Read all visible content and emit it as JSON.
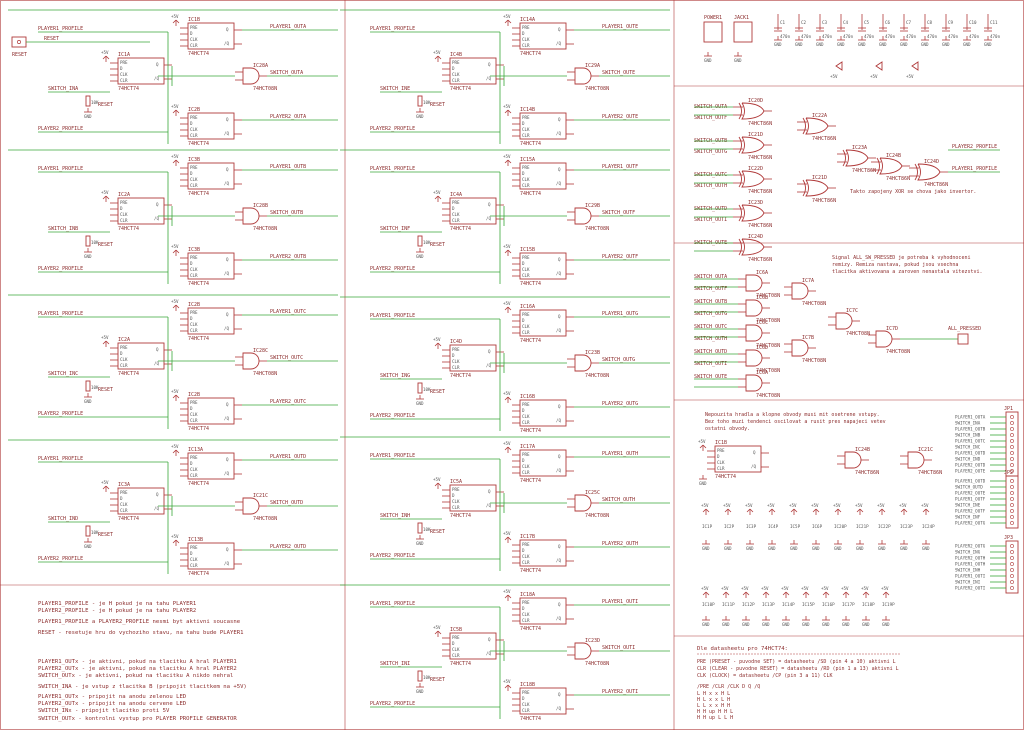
{
  "colors": {
    "wire": "#3aa83a",
    "part": "#b03a3a",
    "text": "#8c2d2d",
    "background": "#ffffff"
  },
  "labels": {
    "reset": "RESET",
    "p1_profile": "PLAYER1_PROFILE",
    "p2_profile": "PLAYER2_PROFILE",
    "gnd": "GND",
    "vcc": "+5V",
    "ic_74": "74HCT74",
    "ic_08": "74HCT08",
    "ic_86": "74HCT86N",
    "ic_08n": "74HCT08N",
    "pre": "PRE",
    "clr": "CLR",
    "clk": "CLK",
    "d": "D",
    "q": "Q",
    "qn": "/Q",
    "res": "10K",
    "cap": "470n",
    "all_pressed": "ALL_PRESSED",
    "reset_pin": "RESET"
  },
  "columns": [
    {
      "switch_prefix": "SWITCH_IN",
      "blocks": [
        {
          "sw": "A",
          "out": "SWITCH_OUTA",
          "p1": "PLAYER1_OUTA",
          "p2": "PLAYER2_OUTA",
          "ff1": "IC1A",
          "ff2": "IC1B",
          "ff3": "IC2B",
          "gate": "IC28A"
        },
        {
          "sw": "B",
          "out": "SWITCH_OUTB",
          "p1": "PLAYER1_OUTB",
          "p2": "PLAYER2_OUTB",
          "ff1": "IC2A",
          "ff2": "IC3B",
          "ff3": "IC3B",
          "gate": "IC28B"
        },
        {
          "sw": "C",
          "out": "SWITCH_OUTC",
          "p1": "PLAYER1_OUTC",
          "p2": "PLAYER2_OUTC",
          "ff1": "IC2A",
          "ff2": "IC2B",
          "ff3": "IC2B",
          "gate": "IC28C"
        },
        {
          "sw": "D",
          "out": "SWITCH_OUTD",
          "p1": "PLAYER1_OUTD",
          "p2": "PLAYER2_OUTD",
          "ff1": "IC3A",
          "ff2": "IC13A",
          "ff3": "IC13B",
          "gate": "IC21C"
        }
      ]
    },
    {
      "switch_prefix": "SWITCH_IN",
      "blocks": [
        {
          "sw": "E",
          "out": "SWITCH_OUTE",
          "p1": "PLAYER1_OUTE",
          "p2": "PLAYER2_OUTE",
          "ff1": "IC4B",
          "ff2": "IC14A",
          "ff3": "IC14B",
          "gate": "IC29A"
        },
        {
          "sw": "F",
          "out": "SWITCH_OUTF",
          "p1": "PLAYER1_OUTF",
          "p2": "PLAYER2_OUTF",
          "ff1": "IC4A",
          "ff2": "IC15A",
          "ff3": "IC15B",
          "gate": "IC29B"
        },
        {
          "sw": "G",
          "out": "SWITCH_OUTG",
          "p1": "PLAYER1_OUTG",
          "p2": "PLAYER2_OUTG",
          "ff1": "IC4D",
          "ff2": "IC16A",
          "ff3": "IC16B",
          "gate": "IC23B"
        },
        {
          "sw": "H",
          "out": "SWITCH_OUTH",
          "p1": "PLAYER1_OUTH",
          "p2": "PLAYER2_OUTH",
          "ff1": "IC5A",
          "ff2": "IC17A",
          "ff3": "IC17B",
          "gate": "IC25C"
        },
        {
          "sw": "I",
          "out": "SWITCH_OUTI",
          "p1": "PLAYER1_OUTI",
          "p2": "PLAYER2_OUTI",
          "ff1": "IC5B",
          "ff2": "IC18A",
          "ff3": "IC18B",
          "gate": "IC23D"
        }
      ]
    }
  ],
  "legend": [
    "PLAYER1_PROFILE - je H pokud je na tahu PLAYER1",
    "PLAYER2_PROFILE - je H pokud je na tahu PLAYER2",
    "PLAYER1_PROFILE a PLAYER2_PROFILE nesmi byt aktivni soucasne",
    "RESET - resetuje hru do vychoziho stavu, na tahu bude PLAYER1",
    "PLAYER1_OUTx - je aktivni, pokud na tlacitku A hral PLAYER1",
    "PLAYER2_OUTx - je aktivni, pokud na tlacitku A hral PLAYER2",
    "SWITCH_OUTx - je aktivni, pokud na tlacitku A nikdo nehral",
    "SWITCH_INA - je vstup z tlacitka B (pripojit tlacitkem na +5V)",
    "PLAYER1_OUTx - pripojit na anodu zelenou LED",
    "PLAYER2_OUTx - pripojit na anodu cervene LED",
    "SWITCH_INx - pripojit tlacitko proti 5V",
    "SWITCH_OUTx - kontrolni vystup pro PLAYER PROFILE GENERATOR"
  ],
  "notes": {
    "xor": "Takto zapojeny XOR se chova jako invertor.",
    "all_pressed": [
      "Signal ALL_SW_PRESSED je potreba k vyhodnoceni",
      "remizy. Remiza nastava, pokud jsou vsechna",
      "tlacitka aktivovana a zaroven nenastala vitezstvi."
    ],
    "unused": [
      "Nepouzita hradla a klopne obvody musi mit osetrene vstupy.",
      "Bez toho muzi tendenci oscilovat a rusit pres napajeci vetev",
      "ostatni obvody."
    ],
    "datasheet_title": "Dle datasheetu pro 74HCT74:",
    "datasheet": [
      "PRE (PRESET - puvodne SET) = datasheetu /SD (pin 4 a 10) aktivni L",
      "CLR (CLEAR - puvodne RESET) = datasheetu /RD (pin 1 a 13) aktivni L",
      "CLK (CLOCK) = datasheetu /CP (pin 3 a 11) CLK"
    ],
    "truth": [
      "/PRE /CLR /CLK D    Q   /Q",
      "L    H    x    x    H    L",
      "H    L    x    x    L    H",
      "L    L    x    x    H    H",
      "H    H    up   H    H    L",
      "H    H    up   L    L    H"
    ]
  },
  "top_right": {
    "connectors": [
      "POWER1",
      "JACK1"
    ],
    "caps": [
      "C1",
      "C2",
      "C3",
      "C4",
      "C5",
      "C6",
      "C7",
      "C8",
      "C9",
      "C10",
      "C11"
    ]
  },
  "gate_logic": {
    "xor_inputs": [
      "SWITCH_OUTA",
      "SWITCH_OUTB",
      "SWITCH_OUTC",
      "SWITCH_OUTD",
      "SWITCH_OUTE",
      "SWITCH_OUTF",
      "SWITCH_OUTG",
      "SWITCH_OUTH",
      "SWITCH_OUTI"
    ],
    "and_inputs": [
      "SWITCH_OUTA",
      "SWITCH_OUTB",
      "SWITCH_OUTC",
      "SWITCH_OUTD",
      "SWITCH_OUTE",
      "SWITCH_OUTF",
      "SWITCH_OUTG",
      "SWITCH_OUTH",
      "SWITCH_OUTI"
    ],
    "xor_outputs": [
      "PLAYER2_PROFILE",
      "PLAYER1_PROFILE"
    ]
  },
  "headers": {
    "jp1": [
      "PLAYER1_OUTA",
      "SWITCH_INA",
      "PLAYER1_OUTB",
      "SWITCH_INB",
      "PLAYER1_OUTC",
      "SWITCH_INC",
      "PLAYER1_OUTD",
      "SWITCH_IND",
      "PLAYER2_OUTD",
      "PLAYER2_OUTE"
    ],
    "jp2": [
      "PLAYER1_OUTD",
      "SWITCH_OUTD",
      "PLAYER2_OUTE",
      "PLAYER1_OUTF",
      "SWITCH_INE",
      "PLAYER2_OUTF",
      "SWITCH_INF",
      "PLAYER2_OUTG"
    ],
    "jp3": [
      "PLAYER2_OUTG",
      "SWITCH_ING",
      "PLAYER2_OUTH",
      "PLAYER1_OUTH",
      "SWITCH_INH",
      "PLAYER1_OUTI",
      "SWITCH_INI",
      "PLAYER2_OUTI"
    ]
  },
  "unused_parts_row1": [
    "IC1P",
    "IC2P",
    "IC3P",
    "IC4P",
    "IC5P",
    "IC6P",
    "IC20P",
    "IC21P",
    "IC22P",
    "IC23P",
    "IC24P"
  ],
  "unused_parts_row2": [
    "IC10P",
    "IC11P",
    "IC12P",
    "IC13P",
    "IC14P",
    "IC15P",
    "IC16P",
    "IC17P",
    "IC18P",
    "IC19P"
  ]
}
